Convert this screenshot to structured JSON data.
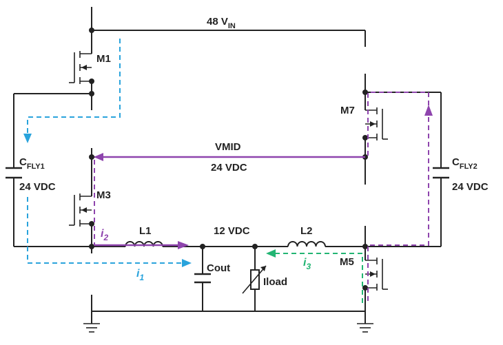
{
  "labels": {
    "vin_main": "48 V",
    "vin_sub": "IN",
    "vmid": "VMID",
    "vmid_v": "24 VDC",
    "out_v": "12 VDC",
    "cfly1_main": "C",
    "cfly1_sub": "FLY1",
    "cfly1_v": "24 VDC",
    "cfly2_main": "C",
    "cfly2_sub": "FLY2",
    "cfly2_v": "24 VDC",
    "m1": "M1",
    "m3": "M3",
    "m5": "M5",
    "m7": "M7",
    "l1": "L1",
    "l2": "L2",
    "cout": "Cout",
    "iload": "Iload"
  },
  "currents": {
    "i1_main": "i",
    "i1_sub": "1",
    "i2_main": "i",
    "i2_sub": "2",
    "i3_main": "i",
    "i3_sub": "3"
  },
  "colors": {
    "wire": "#222222",
    "i1": "#29a3dc",
    "i2": "#8e44ad",
    "i3": "#22b573"
  }
}
